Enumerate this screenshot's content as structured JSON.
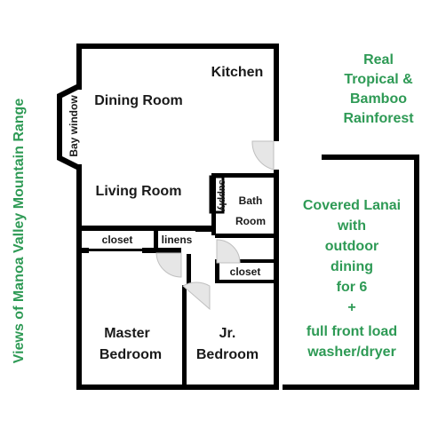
{
  "side_label": "Views of Manoa Valley Mountain Range",
  "rainforest": [
    "Real",
    "Tropical &",
    "Bamboo",
    "Rainforest"
  ],
  "lanai": [
    "Covered Lanai",
    "with",
    "outdoor",
    "dining",
    "for 6",
    "+",
    "full front load",
    "washer/dryer"
  ],
  "rooms": {
    "kitchen": "Kitchen",
    "dining_room": "Dining Room",
    "bay_window": "Bay window",
    "living_room": "Living Room",
    "supply": "supply",
    "bath": [
      "Bath",
      "Room"
    ],
    "closet_left": "closet",
    "linens": "linens",
    "closet_right": "closet",
    "master": [
      "Master",
      "Bedroom"
    ],
    "jr": [
      "Jr.",
      "Bedroom"
    ]
  },
  "colors": {
    "accent": "#2e9a55",
    "wall": "#000000"
  }
}
